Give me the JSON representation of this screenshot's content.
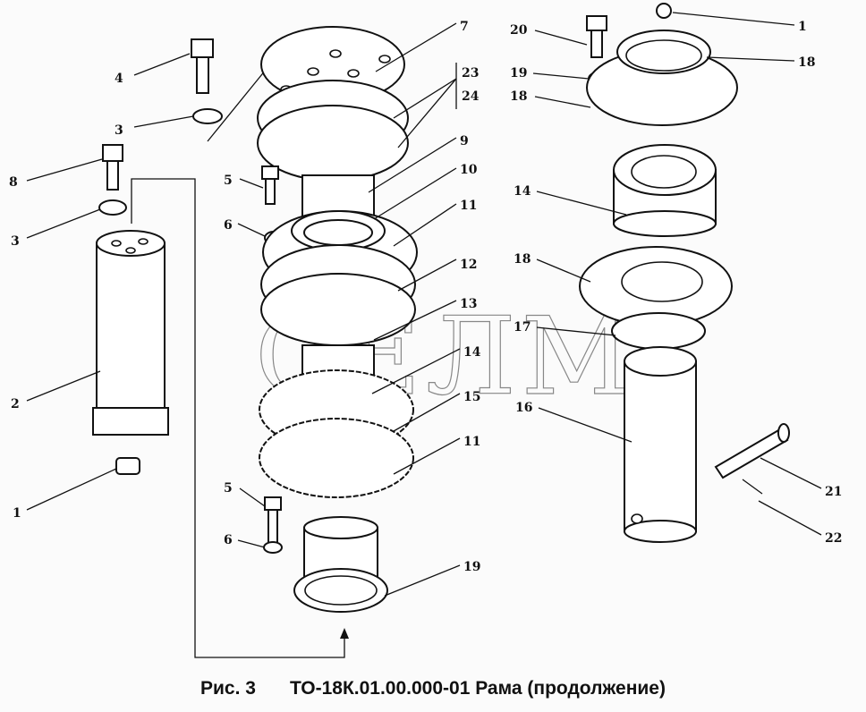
{
  "watermark": "СЕЛМ",
  "caption": {
    "figure": "Рис. 3",
    "text": "ТО-18К.01.00.000-01  Рама  (продолжение)"
  },
  "callouts": {
    "left": [
      "4",
      "3",
      "8",
      "3",
      "2",
      "1"
    ],
    "middle": [
      "7",
      "23",
      "24",
      "9",
      "10",
      "11",
      "12",
      "13",
      "14",
      "15",
      "11",
      "5",
      "6",
      "5",
      "6",
      "19"
    ],
    "right": [
      "20",
      "1",
      "18",
      "19",
      "18",
      "14",
      "18",
      "17",
      "16",
      "21",
      "22"
    ]
  }
}
